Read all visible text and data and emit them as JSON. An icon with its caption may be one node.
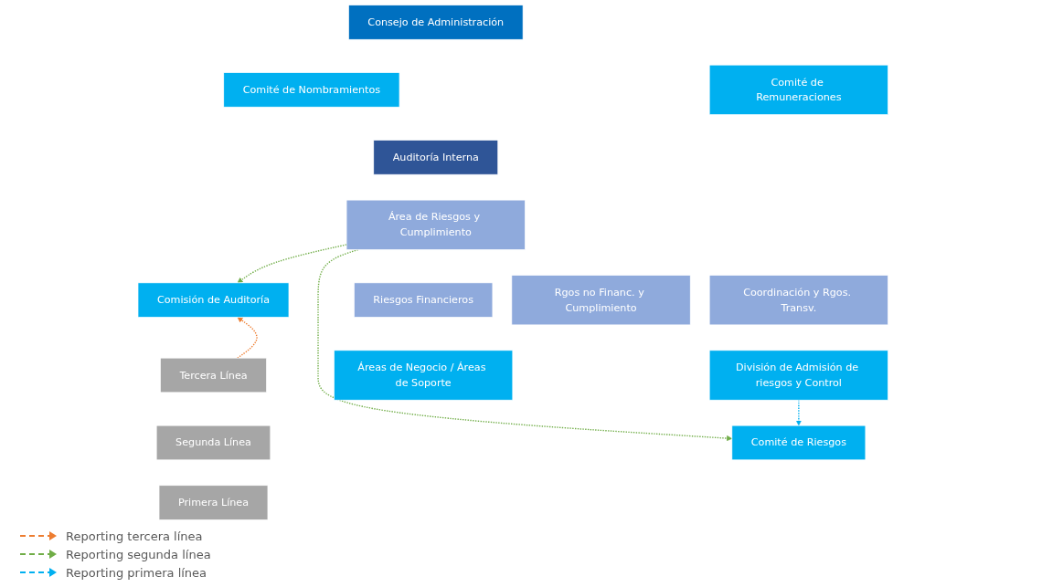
{
  "diagram": {
    "nodes": [
      {
        "text": [
          "Consejo de Administración"
        ]
      },
      {
        "text": [
          "Comisión de Auditoría"
        ]
      },
      {
        "text": [
          "Comité de Nombramientos"
        ]
      },
      {
        "text": [
          "Comité de Remuneraciones"
        ]
      },
      {
        "text": [
          "Comité de Riesgos"
        ]
      },
      {
        "text": [
          "Tercera Línea"
        ]
      },
      {
        "text": [
          "Auditoría Interna"
        ]
      },
      {
        "text": [
          "Segunda Línea"
        ]
      },
      {
        "text": [
          "Área de Riesgos y Cumplimiento"
        ]
      },
      {
        "text": [
          "Riesgos Financieros"
        ]
      },
      {
        "text": [
          "Rgos no Financ. y Cumplimiento"
        ]
      },
      {
        "text": [
          "Coordinación y Rgos. Transv."
        ]
      },
      {
        "text": [
          "Primera Línea"
        ]
      },
      {
        "text": [
          "Áreas de Negocio / Áreas de Soporte"
        ]
      },
      {
        "text": [
          "División de Admisión de riesgos y Control"
        ]
      }
    ],
    "edges": [
      {
        "from": 5,
        "to": 1,
        "arrow": "to",
        "style": "dashed",
        "color": "#ed7d31"
      },
      {
        "from": 8,
        "to": 1,
        "arrow": "to",
        "style": "dashed",
        "color": "#70ad47"
      },
      {
        "from": 8,
        "to": 4,
        "arrow": "to",
        "style": "dashed",
        "color": "#70ad47"
      },
      {
        "from": 14,
        "to": 4,
        "arrow": "to",
        "style": "dashed",
        "color": "#00b0f0"
      }
    ],
    "legend": [
      {
        "text": "Reporting tercera línea"
      },
      {
        "text": "Reporting segunda línea"
      },
      {
        "text": "Reporting primera línea"
      }
    ]
  }
}
